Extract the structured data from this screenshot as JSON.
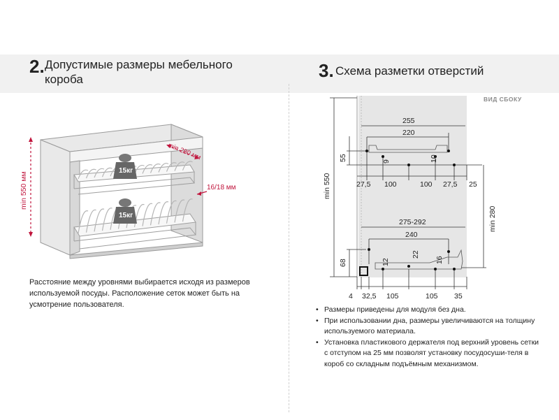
{
  "left": {
    "number": "2.",
    "title_line1": "Допустимые размеры мебельного",
    "title_line2": "короба",
    "labels": {
      "height": "min 550 мм",
      "depth": "min 280 мм",
      "thickness": "16/18 мм",
      "weight_top": "15кг",
      "weight_bottom": "15кг"
    },
    "paragraph": "Расстояние между уровнями выбирается исходя из размеров используемой посуды. Расположение сеток может быть на усмотрение пользователя."
  },
  "right": {
    "number": "3.",
    "title": "Схема разметки отверстий",
    "view_label": "ВИД СБОКУ",
    "dims": {
      "h550": "min 550",
      "h280": "min 280",
      "d255": "255",
      "d220": "220",
      "d55": "55",
      "d9": "9",
      "d10": "10",
      "d27a": "27,5",
      "d100a": "100",
      "d100b": "100",
      "d27b": "27,5",
      "d25": "25",
      "d275": "275-292",
      "d240": "240",
      "d22": "22",
      "d12": "12",
      "d16": "16",
      "d68": "68",
      "d4": "4",
      "d32": "32,5",
      "d105a": "105",
      "d105b": "105",
      "d35": "35"
    },
    "notes": [
      "Размеры приведены для модуля без дна.",
      "При использовании дна, размеры увеличиваются на толщину используемого материала.",
      "Установка пластикового держателя под верхний уровень сетки с отступом на 25 мм позволят установку посудосуши-теля в короб со складным подъёмным механизмом."
    ]
  },
  "colors": {
    "accent": "#c0143c",
    "band": "#f1f1f1",
    "panel": "#e6e6e6"
  }
}
